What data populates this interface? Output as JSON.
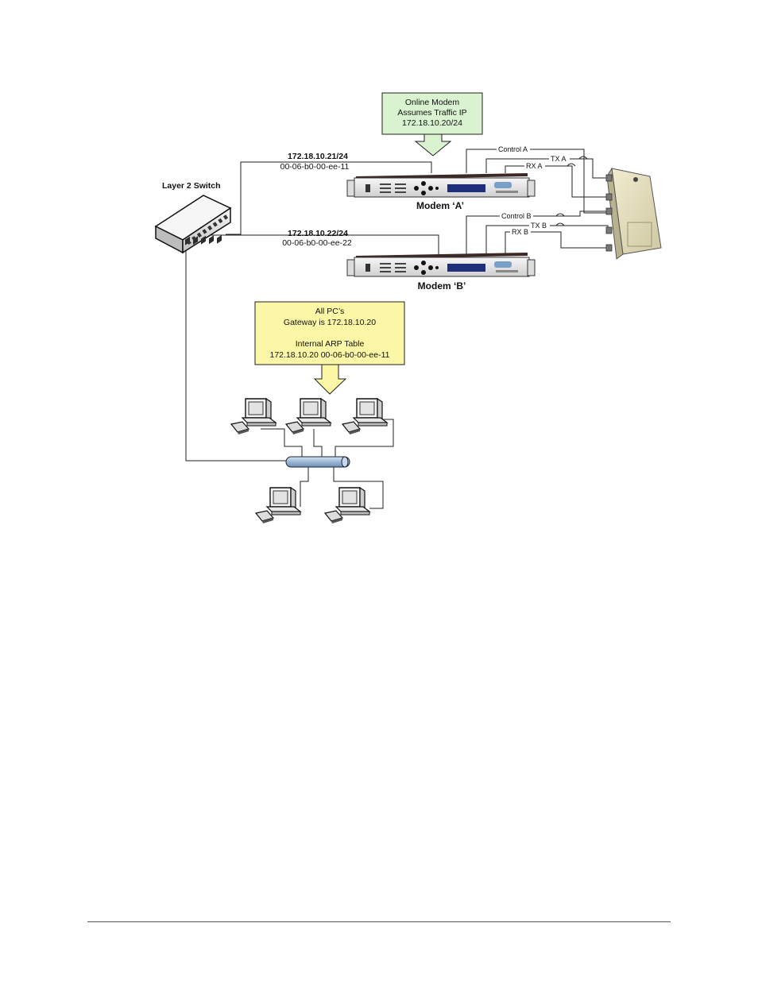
{
  "online_callout": {
    "line1": "Online Modem",
    "line2": "Assumes Traffic IP",
    "line3": "172.18.10.20/24",
    "fill": "#d9f2cf"
  },
  "switch": {
    "label": "Layer 2 Switch"
  },
  "modem_a": {
    "ip": "172.18.10.21/24",
    "mac": "00-06-b0-00-ee-11",
    "label": "Modem ‘A’"
  },
  "modem_b": {
    "ip": "172.18.10.22/24",
    "mac": "00-06-b0-00-ee-22",
    "label": "Modem ‘B’"
  },
  "signals": {
    "control_a": "Control A",
    "tx_a": "TX A",
    "rx_a": "RX A",
    "control_b": "Control B",
    "tx_b": "TX B",
    "rx_b": "RX B"
  },
  "pc_callout": {
    "line1": "All PC’s",
    "line2": "Gateway is 172.18.10.20",
    "line3": "Internal ARP Table",
    "line4": "172.18.10.20  00-06-b0-00-ee-11",
    "fill": "#fbf7a6"
  },
  "colors": {
    "hub": "#a9c4e0",
    "modem_body": "#e9e9e9",
    "modem_display": "#1f2f7a",
    "switch_body": "#ececec"
  },
  "icons": [
    "switch-icon",
    "modem-icon",
    "redundancy-switch-icon",
    "computer-icon",
    "ethernet-hub-icon",
    "down-arrow-icon"
  ]
}
